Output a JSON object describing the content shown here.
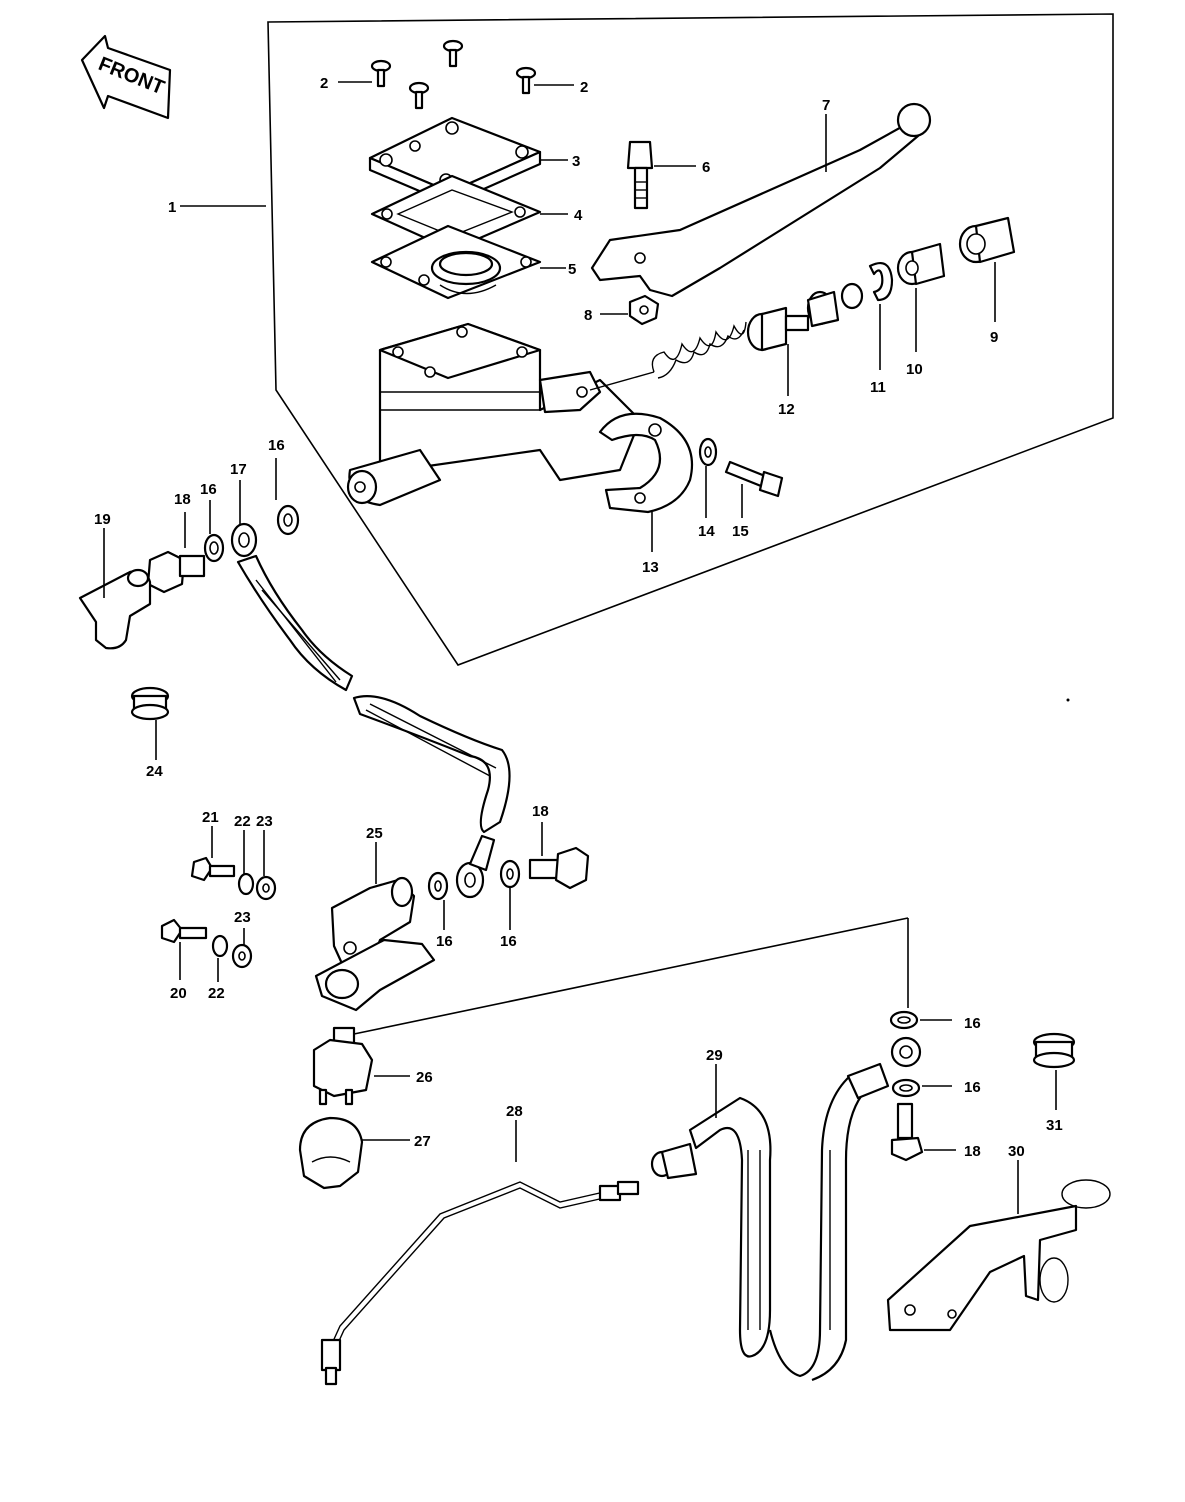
{
  "diagram": {
    "front_arrow_text": "FRONT",
    "callouts": [
      "1",
      "2",
      "2",
      "3",
      "4",
      "5",
      "6",
      "7",
      "8",
      "9",
      "10",
      "11",
      "12",
      "13",
      "14",
      "15",
      "16",
      "16",
      "16",
      "16",
      "16",
      "16",
      "17",
      "18",
      "18",
      "18",
      "19",
      "20",
      "21",
      "22",
      "22",
      "23",
      "23",
      "24",
      "25",
      "26",
      "27",
      "28",
      "29",
      "30",
      "31"
    ]
  }
}
